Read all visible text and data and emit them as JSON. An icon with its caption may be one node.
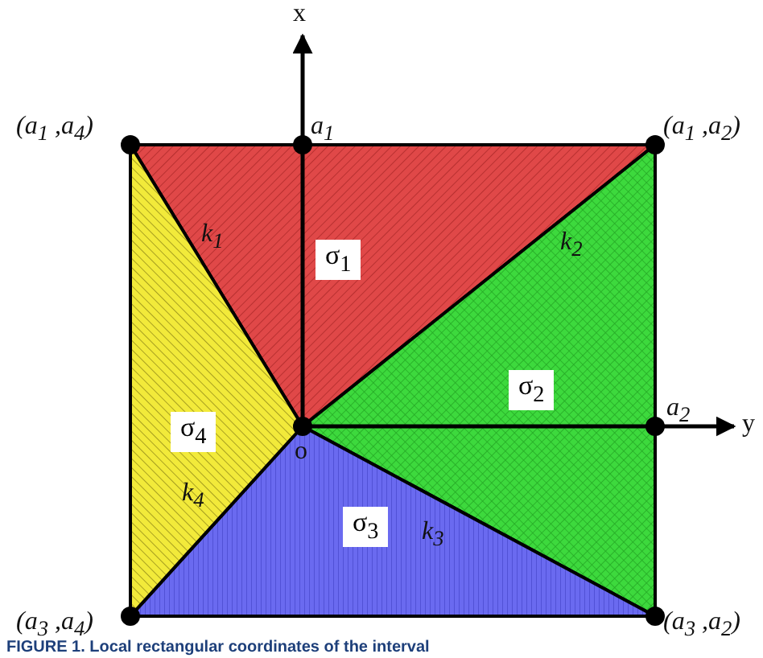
{
  "diagram": {
    "caption": "FIGURE 1. Local rectangular coordinates of the interval",
    "nodes": [
      {
        "text": [
          "σ$_{1}$"
        ]
      },
      {
        "text": [
          "σ$_{2}$"
        ]
      },
      {
        "text": [
          "σ$_{4}$"
        ]
      },
      {
        "text": [
          "σ$_{3}$"
        ]
      }
    ],
    "labels": [
      "x",
      "(a$_{1}$ ,a$_{4}$)",
      "a$_{1}$",
      "(a$_{1}$ ,a$_{2}$)",
      "k$_{1}$",
      "k$_{2}$",
      "a$_{2}$",
      "y",
      "o",
      "k$_{4}$",
      "k$_{3}$",
      "(a$_{3}$ ,a$_{4}$)",
      "(a$_{3}$ ,a$_{2}$)"
    ]
  }
}
